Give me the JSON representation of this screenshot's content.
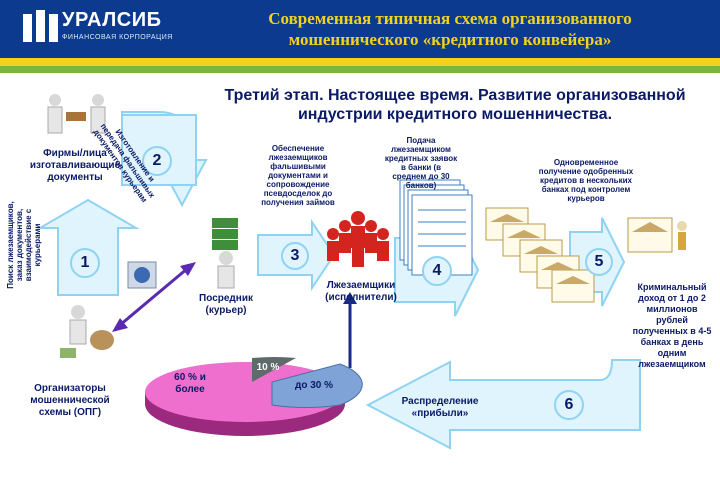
{
  "header": {
    "logo_name": "УРАЛСИБ",
    "logo_subtitle": "ФИНАНСОВАЯ КОРПОРАЦИЯ",
    "title_line1": "Современная типичная схема организованного",
    "title_line2": "мошеннического «кредитного конвейера»"
  },
  "subtitle_line1": "Третий этап. Настоящее время. Развитие организованной",
  "subtitle_line2": "индустрии кредитного мошенничества.",
  "steps": {
    "s1": "1",
    "s2": "2",
    "s3": "3",
    "s4": "4",
    "s5": "5",
    "s6": "6"
  },
  "labels": {
    "firms": "Фирмы/лица изготавливающие документы",
    "docs_production": "Изготовление и передача фальшивых документов курьерам",
    "search": "Поиск лжезаемщиков, заказ документов, взаимодействие с курьерами",
    "intermediary_line1": "Посредник",
    "intermediary_line2": "(курьер)",
    "provision": "Обеспечение лжезаемщиков фальшивыми документами и сопровождение псевдосделок до получения займов",
    "borrowers_line1": "Лжезаемщики",
    "borrowers_line2": "(исполнители)",
    "apply": "Подача лжезаемщиком кредитных заявок в банки (в среднем до 30 банков)",
    "simultaneous": "Одновременное получение одобренных кредитов в нескольких банках под контролем курьеров",
    "income": "Криминальный доход от 1 до 2 миллионов рублей полученных в 4-5 банках в день одним лжезаемщиком",
    "distribution_line1": "Распределение",
    "distribution_line2": "«прибыли»",
    "organizers": "Организаторы мошеннической схемы (ОПГ)"
  },
  "pie": {
    "slice_large": "60 % и более",
    "slice_small": "10 %",
    "slice_mid": "до 30 %"
  },
  "colors": {
    "header_blue": "#0b3a8f",
    "title_yellow": "#f2d21a",
    "stripe_green": "#7cb638",
    "arrow_fill": "#dff4fd",
    "arrow_stroke": "#8fd3f2",
    "pie_pink": "#ef6fce",
    "pie_gray": "#5f6b6b",
    "pie_blue": "#7fa3d6"
  }
}
